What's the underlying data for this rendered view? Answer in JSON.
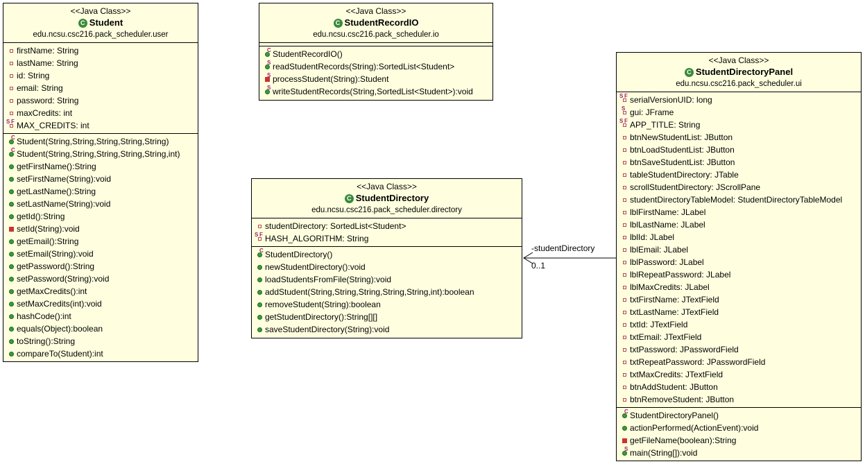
{
  "classes": {
    "student": {
      "stereotype": "<<Java Class>>",
      "name": "Student",
      "package": "edu.ncsu.csc216.pack_scheduler.user",
      "attributes": [
        {
          "text": "firstName: String",
          "icon": "private"
        },
        {
          "text": "lastName: String",
          "icon": "private"
        },
        {
          "text": "id: String",
          "icon": "private"
        },
        {
          "text": "email: String",
          "icon": "private"
        },
        {
          "text": "password: String",
          "icon": "private"
        },
        {
          "text": "maxCredits: int",
          "icon": "private"
        },
        {
          "text": "MAX_CREDITS: int",
          "icon": "static-final"
        }
      ],
      "methods": [
        {
          "text": "Student(String,String,String,String,String)",
          "icon": "constructor"
        },
        {
          "text": "Student(String,String,String,String,String,int)",
          "icon": "constructor"
        },
        {
          "text": "getFirstName():String",
          "icon": "public"
        },
        {
          "text": "setFirstName(String):void",
          "icon": "public"
        },
        {
          "text": "getLastName():String",
          "icon": "public"
        },
        {
          "text": "setLastName(String):void",
          "icon": "public"
        },
        {
          "text": "getId():String",
          "icon": "public"
        },
        {
          "text": "setId(String):void",
          "icon": "private-method"
        },
        {
          "text": "getEmail():String",
          "icon": "public"
        },
        {
          "text": "setEmail(String):void",
          "icon": "public"
        },
        {
          "text": "getPassword():String",
          "icon": "public"
        },
        {
          "text": "setPassword(String):void",
          "icon": "public"
        },
        {
          "text": "getMaxCredits():int",
          "icon": "public"
        },
        {
          "text": "setMaxCredits(int):void",
          "icon": "public"
        },
        {
          "text": "hashCode():int",
          "icon": "public"
        },
        {
          "text": "equals(Object):boolean",
          "icon": "public"
        },
        {
          "text": "toString():String",
          "icon": "public"
        },
        {
          "text": "compareTo(Student):int",
          "icon": "public"
        }
      ]
    },
    "studentRecordIO": {
      "stereotype": "<<Java Class>>",
      "name": "StudentRecordIO",
      "package": "edu.ncsu.csc216.pack_scheduler.io",
      "attributes": [],
      "methods": [
        {
          "text": "StudentRecordIO()",
          "icon": "constructor"
        },
        {
          "text": "readStudentRecords(String):SortedList<Student>",
          "icon": "static"
        },
        {
          "text": "processStudent(String):Student",
          "icon": "private-static"
        },
        {
          "text": "writeStudentRecords(String,SortedList<Student>):void",
          "icon": "static"
        }
      ]
    },
    "studentDirectory": {
      "stereotype": "<<Java Class>>",
      "name": "StudentDirectory",
      "package": "edu.ncsu.csc216.pack_scheduler.directory",
      "attributes": [
        {
          "text": "studentDirectory: SortedList<Student>",
          "icon": "private"
        },
        {
          "text": "HASH_ALGORITHM: String",
          "icon": "static-final"
        }
      ],
      "methods": [
        {
          "text": "StudentDirectory()",
          "icon": "constructor"
        },
        {
          "text": "newStudentDirectory():void",
          "icon": "public"
        },
        {
          "text": "loadStudentsFromFile(String):void",
          "icon": "public"
        },
        {
          "text": "addStudent(String,String,String,String,String,int):boolean",
          "icon": "public"
        },
        {
          "text": "removeStudent(String):boolean",
          "icon": "public"
        },
        {
          "text": "getStudentDirectory():String[][]",
          "icon": "public"
        },
        {
          "text": "saveStudentDirectory(String):void",
          "icon": "public"
        }
      ]
    },
    "studentDirectoryPanel": {
      "stereotype": "<<Java Class>>",
      "name": "StudentDirectoryPanel",
      "package": "edu.ncsu.csc216.pack_scheduler.ui",
      "attributes": [
        {
          "text": "serialVersionUID: long",
          "icon": "static-final"
        },
        {
          "text": "gui: JFrame",
          "icon": "private-static-attr"
        },
        {
          "text": "APP_TITLE: String",
          "icon": "static-final"
        },
        {
          "text": "btnNewStudentList: JButton",
          "icon": "private"
        },
        {
          "text": "btnLoadStudentList: JButton",
          "icon": "private"
        },
        {
          "text": "btnSaveStudentList: JButton",
          "icon": "private"
        },
        {
          "text": "tableStudentDirectory: JTable",
          "icon": "private"
        },
        {
          "text": "scrollStudentDirectory: JScrollPane",
          "icon": "private"
        },
        {
          "text": "studentDirectoryTableModel: StudentDirectoryTableModel",
          "icon": "private"
        },
        {
          "text": "lblFirstName: JLabel",
          "icon": "private"
        },
        {
          "text": "lblLastName: JLabel",
          "icon": "private"
        },
        {
          "text": "lblId: JLabel",
          "icon": "private"
        },
        {
          "text": "lblEmail: JLabel",
          "icon": "private"
        },
        {
          "text": "lblPassword: JLabel",
          "icon": "private"
        },
        {
          "text": "lblRepeatPassword: JLabel",
          "icon": "private"
        },
        {
          "text": "lblMaxCredits: JLabel",
          "icon": "private"
        },
        {
          "text": "txtFirstName: JTextField",
          "icon": "private"
        },
        {
          "text": "txtLastName: JTextField",
          "icon": "private"
        },
        {
          "text": "txtId: JTextField",
          "icon": "private"
        },
        {
          "text": "txtEmail: JTextField",
          "icon": "private"
        },
        {
          "text": "txtPassword: JPasswordField",
          "icon": "private"
        },
        {
          "text": "txtRepeatPassword: JPasswordField",
          "icon": "private"
        },
        {
          "text": "txtMaxCredits: JTextField",
          "icon": "private"
        },
        {
          "text": "btnAddStudent: JButton",
          "icon": "private"
        },
        {
          "text": "btnRemoveStudent: JButton",
          "icon": "private"
        }
      ],
      "methods": [
        {
          "text": "StudentDirectoryPanel()",
          "icon": "constructor"
        },
        {
          "text": "actionPerformed(ActionEvent):void",
          "icon": "public"
        },
        {
          "text": "getFileName(boolean):String",
          "icon": "private-method"
        },
        {
          "text": "main(String[]):void",
          "icon": "static"
        }
      ]
    }
  },
  "association": {
    "role": "-studentDirectory",
    "multiplicity": "0..1"
  }
}
